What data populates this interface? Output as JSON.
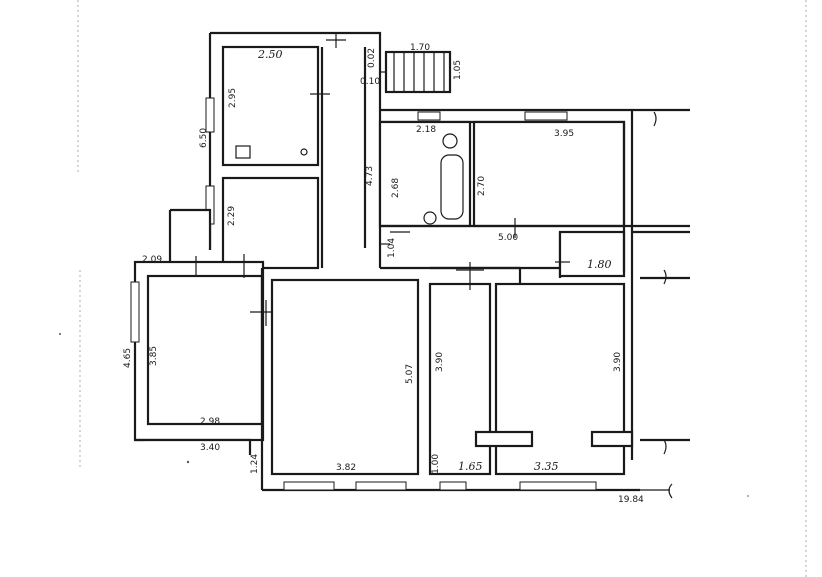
{
  "plan": {
    "dimensions": {
      "d_2_50": "2.50",
      "d_1_70": "1.70",
      "d_1_05": "1.05",
      "d_0_02": "0.02",
      "d_0_10": "0.10",
      "d_2_95": "2.95",
      "d_6_50": "6.50",
      "d_4_73": "4.73",
      "d_2_18": "2.18",
      "d_3_95": "3.95",
      "d_2_68": "2.68",
      "d_2_70": "2.70",
      "d_2_29": "2.29",
      "d_5_00": "5.00",
      "d_1_04": "1.04",
      "d_1_80": "1.80",
      "d_2_09": "2.09",
      "d_4_65": "4.65",
      "d_3_85": "3.85",
      "d_5_07": "5.07",
      "d_3_90_left": "3.90",
      "d_3_90_right": "3.90",
      "d_2_98": "2.98",
      "d_3_40": "3.40",
      "d_1_24": "1.24",
      "d_3_82": "3.82",
      "d_1_00": "1.00",
      "d_1_65": "1.65",
      "d_3_35": "3.35",
      "d_19_84": "19.84"
    }
  }
}
